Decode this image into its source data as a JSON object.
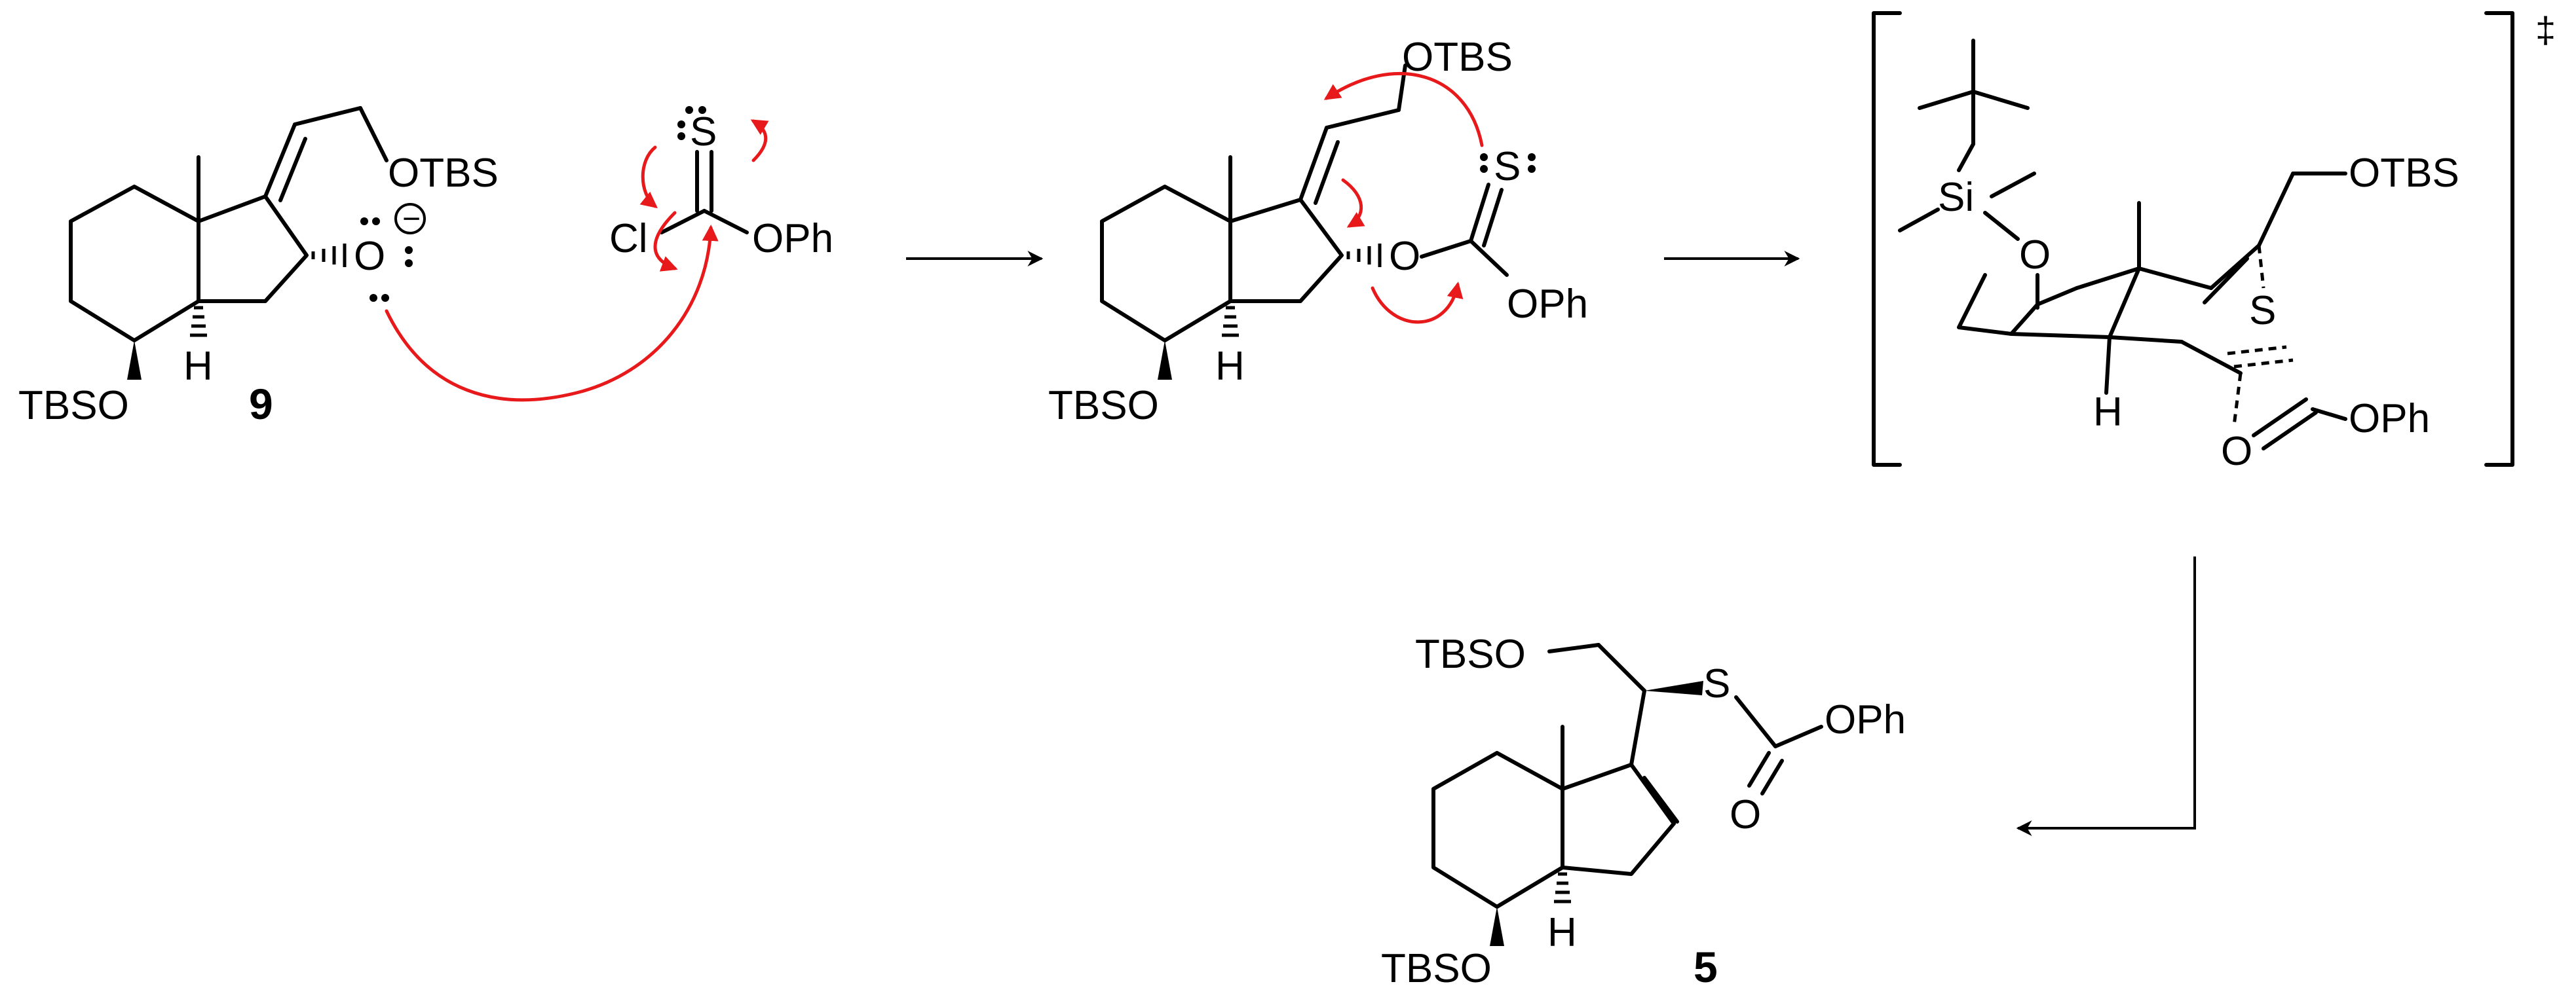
{
  "labels": {
    "otbs": "OTBS",
    "tbso": "TBSO",
    "o": "O",
    "s": "S",
    "h": "H",
    "cl": "Cl",
    "oph": "OPh",
    "si": "Si",
    "charge": "−",
    "double_dagger": "‡"
  },
  "compounds": {
    "start": "9",
    "product": "5"
  },
  "colors": {
    "bonds": "#000000",
    "electron_arrows": "#e8191b",
    "background": "#ffffff"
  }
}
